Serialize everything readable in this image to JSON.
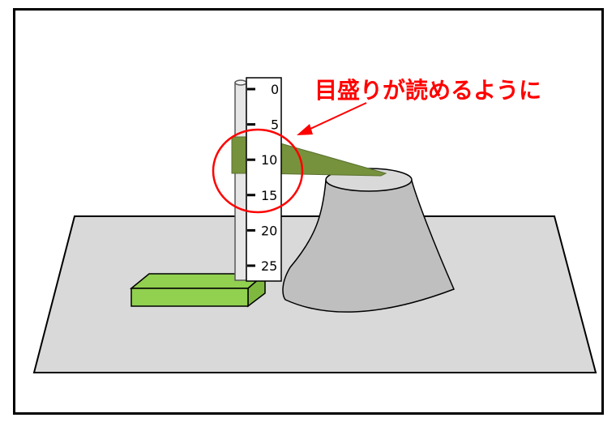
{
  "annotation": {
    "text": "目盛りが読めるように",
    "color": "#ff0000"
  },
  "scale": {
    "major_ticks": [
      0,
      5,
      10,
      15,
      20,
      25
    ],
    "labels": [
      "0",
      "5",
      "10",
      "15",
      "20",
      "25"
    ]
  },
  "colors": {
    "frame": "#000000",
    "table": "#d9d9d9",
    "base_top": "#92d050",
    "base_side": "#7fb83f",
    "pointer_arm": "#76923c",
    "pointer_arm_edge": "#5a7030",
    "cone_body": "#bfbfbf",
    "cone_top": "#d9d9d9",
    "rod": "#e6e6e6",
    "rod_edge": "#595959",
    "highlight": "#ff0000"
  }
}
